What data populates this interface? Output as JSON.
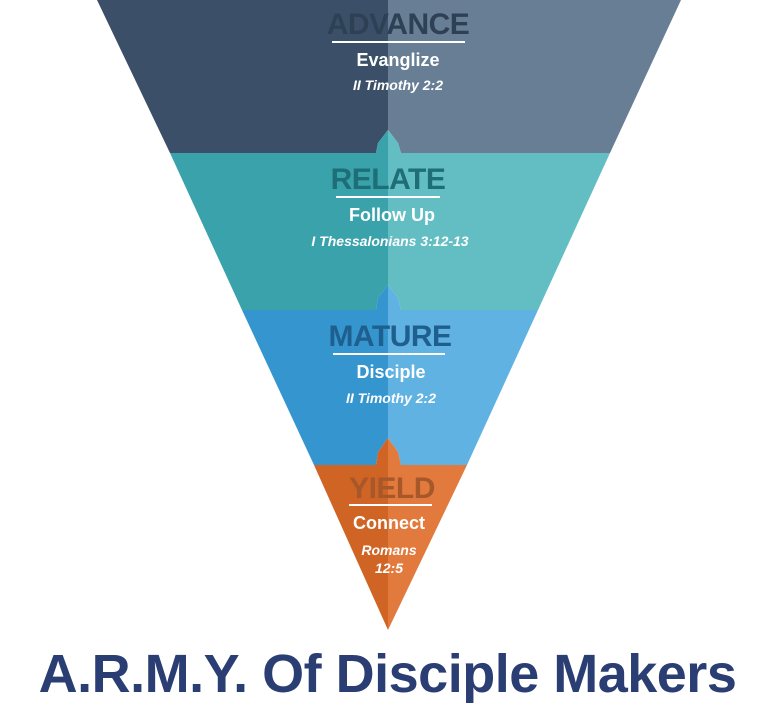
{
  "tiers": [
    {
      "title": "ADVANCE",
      "subtitle": "Evanglize",
      "reference": "II Timothy 2:2",
      "color_dark": "#3b5068",
      "color_light": "#687e95",
      "title_color": "#2e4054"
    },
    {
      "title": "RELATE",
      "subtitle": "Follow Up",
      "reference": "I Thessalonians 3:12-13",
      "color_dark": "#3aa2ab",
      "color_light": "#63bec4",
      "title_color": "#1e6e78"
    },
    {
      "title": "MATURE",
      "subtitle": "Disciple",
      "reference": "II Timothy 2:2",
      "color_dark": "#3595cf",
      "color_light": "#5fb2e2",
      "title_color": "#1f5f8e"
    },
    {
      "title": "YIELD",
      "subtitle": "Connect",
      "reference": "Romans",
      "reference_line2": "12:5",
      "color_dark": "#cf6424",
      "color_light": "#e27a3d",
      "title_color": "#a6582a"
    }
  ],
  "footer": {
    "title": "A.R.M.Y. Of Disciple Makers",
    "color": "#2a3e73"
  },
  "colors": {
    "text_light": "#ffffff"
  }
}
